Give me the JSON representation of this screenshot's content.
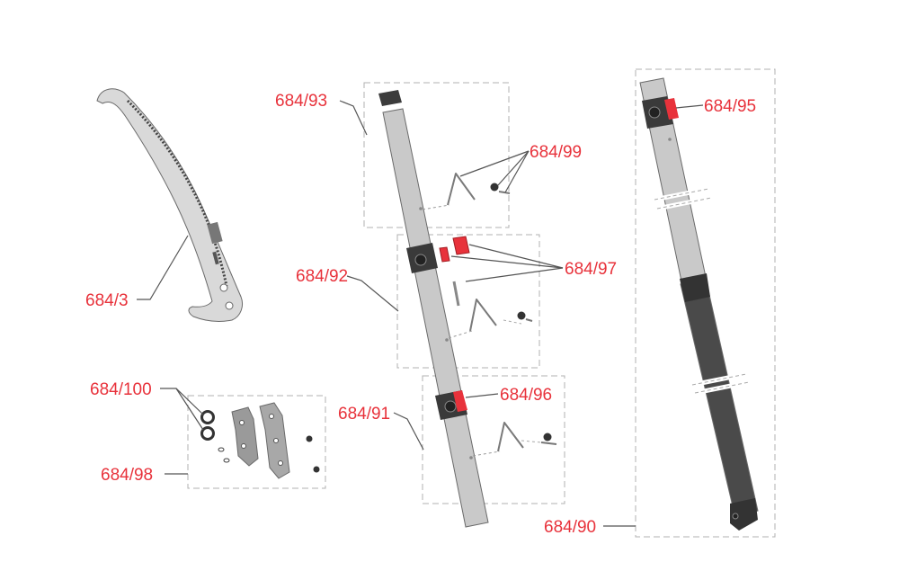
{
  "colors": {
    "label": "#e8323b",
    "accent": "#e8323b",
    "tube": "#c9c9c9",
    "handle": "#4a4a4a",
    "clamp": "#3a3a3a"
  },
  "icons": [
    "saw-blade-icon",
    "pole-section-icon",
    "clamp-icon",
    "bracket-icon",
    "screw-icon",
    "washer-icon"
  ],
  "labels": {
    "blade": "684/3",
    "top_cap": "684/93",
    "brace_top": "684/99",
    "upper_clamp": "684/92",
    "clamp_pads": "684/97",
    "lower_clamp": "684/96",
    "middle_section": "684/91",
    "washers": "684/100",
    "bracket": "684/98",
    "right_clamp": "684/95",
    "complete_pole": "684/90"
  }
}
